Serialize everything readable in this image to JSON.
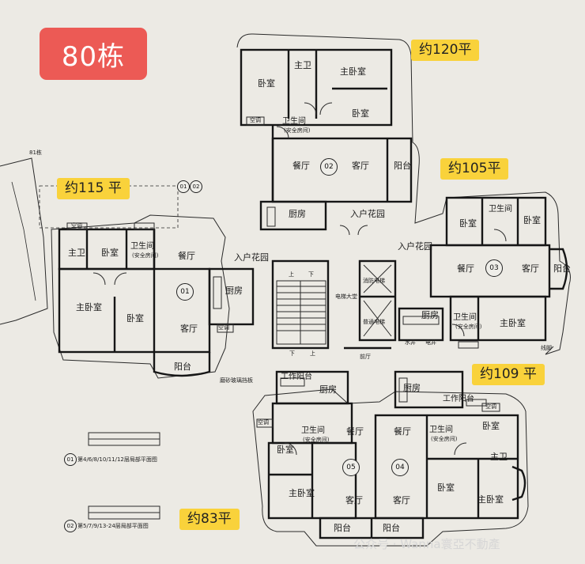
{
  "building": {
    "label": "80栋"
  },
  "neighbor": {
    "label": "81栋"
  },
  "areas": {
    "u02": "约120平",
    "u03": "约105平",
    "u01": "约115 平",
    "u_right_lower": "约109 平",
    "u_bottom": "约83平"
  },
  "unit_numbers": {
    "u01": "01",
    "u02": "02",
    "u03": "03",
    "u04": "04",
    "u05": "05"
  },
  "rooms": {
    "u02": {
      "zhuwei": "主卫",
      "woshi1": "卧室",
      "zhuwoshi": "主卧室",
      "woshi2": "卧室",
      "weisheng": "卫生间",
      "canting": "餐厅",
      "keting": "客厅",
      "yangtai": "阳台",
      "chufang": "厨房",
      "ruhu": "入户花园",
      "kongtiao": "空调",
      "note": "(安全房间)"
    },
    "u03": {
      "woshi1": "卧室",
      "weisheng1": "卫生间",
      "woshi2": "卧室",
      "ruhu": "入户花园",
      "canting": "餐厅",
      "keting": "客厅",
      "yangtai": "阳台",
      "weisheng2": "卫生间",
      "zhuwoshi": "主卧室",
      "note": "(安全房间)"
    },
    "u01": {
      "zhuwei": "主卫",
      "woshi1": "卧室",
      "weisheng": "卫生间",
      "note": "(安全房间)",
      "canting": "餐厅",
      "zhuwoshi": "主卧室",
      "woshi2": "卧室",
      "keting": "客厅",
      "yangtai": "阳台",
      "kongtiao": "空调",
      "chufang": "厨房",
      "ruhu": "入户花园",
      "glass_note": "磨砂玻璃挡板"
    },
    "core": {
      "xiaofang": "消防电梯",
      "putong": "普通电梯",
      "datang": "电梯大堂",
      "qianting": "前厅",
      "shang": "上",
      "xia": "下",
      "shuijing": "水井",
      "dianjing": "电井",
      "chufang": "厨房"
    },
    "u05": {
      "gongzuo": "工作阳台",
      "chufang": "厨房",
      "weisheng": "卫生间",
      "note": "(安全房间)",
      "canting": "餐厅",
      "woshi": "卧室",
      "zhuwoshi": "主卧室",
      "keting": "客厅",
      "yangtai": "阳台",
      "kongtiao": "空调"
    },
    "u04": {
      "chufang": "厨房",
      "gongzuo": "工作阳台",
      "kongtiao": "空调",
      "weisheng": "卫生间",
      "note": "(安全房间)",
      "woshi1": "卧室",
      "canting": "餐厅",
      "zhuwei": "主卫",
      "woshi2": "卧室",
      "zhuwoshi": "主卧室",
      "keting": "客厅",
      "yangtai": "阳台"
    }
  },
  "line_label": "线脚",
  "plan_refs": [
    {
      "num": "01",
      "text": "第4/6/8/10/11/12层局部平面图"
    },
    {
      "num": "02",
      "text": "第5/7/9/13-24层局部平面图"
    }
  ],
  "ref_marks": {
    "a": "01",
    "b": "02"
  },
  "watermark": "公众号 · Wanna寰亞不動產"
}
